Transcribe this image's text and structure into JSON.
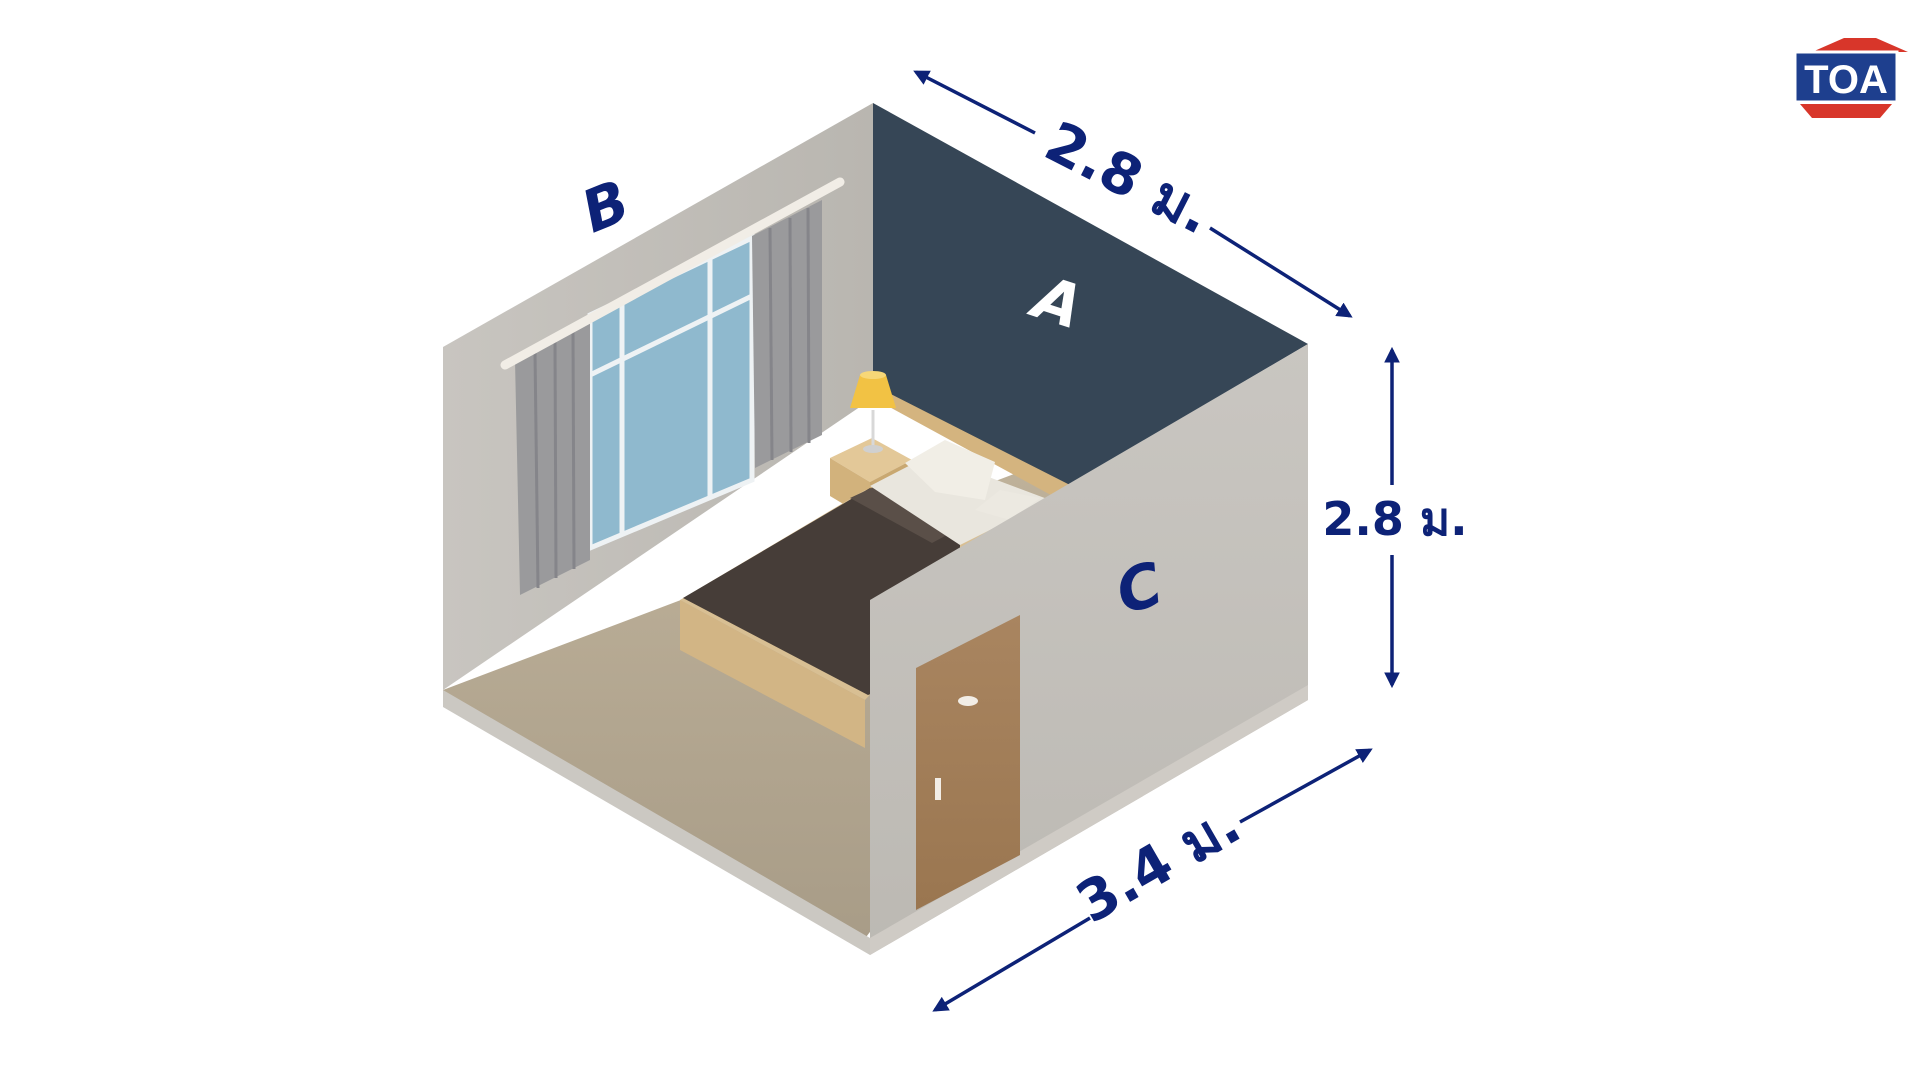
{
  "logo": {
    "text": "TOA"
  },
  "walls": {
    "a": {
      "label": "A"
    },
    "b": {
      "label": "B"
    },
    "c": {
      "label": "C"
    }
  },
  "dimensions": {
    "width": "2.8 ม.",
    "height": "2.8 ม.",
    "length": "3.4 ม."
  },
  "colors": {
    "wall_a": "#364656",
    "wall_left": "#c3c0bb",
    "wall_right": "#c7c4bf",
    "floor": "#b8ab94",
    "label_blue": "#0d2277",
    "logo_red": "#d8362a",
    "logo_blue": "#1e3f8e"
  }
}
